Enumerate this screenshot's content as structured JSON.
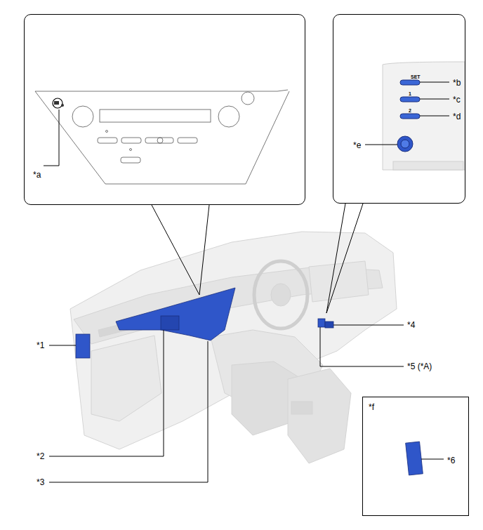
{
  "diagram": {
    "nodes": [
      {
        "text": [
          "*a"
        ]
      },
      {
        "text": [
          "SET",
          "1",
          "2",
          "*b",
          "*c",
          "*d",
          "*e"
        ]
      },
      {
        "text": [
          "*f",
          "*6"
        ]
      }
    ],
    "labels": [
      "*1",
      "*2",
      "*3",
      "*4",
      "*5 (*A)"
    ]
  }
}
